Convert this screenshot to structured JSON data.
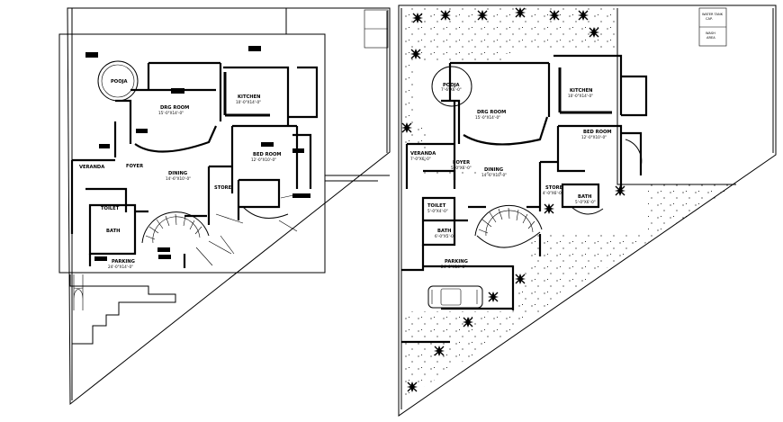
{
  "plans": [
    {
      "rooms": [
        {
          "id": "pooja",
          "name": "POOJA",
          "size": ""
        },
        {
          "id": "drg",
          "name": "DRG ROOM",
          "size": "15'-0\"X14'-0\""
        },
        {
          "id": "kitchen",
          "name": "KITCHEN",
          "size": "10'-0\"X14'-0\""
        },
        {
          "id": "veranda",
          "name": "VERANDA",
          "size": ""
        },
        {
          "id": "foyer",
          "name": "FOYER",
          "size": ""
        },
        {
          "id": "dining",
          "name": "DINING",
          "size": "14'-6\"X10'-0\""
        },
        {
          "id": "bed",
          "name": "BED ROOM",
          "size": "12'-0\"X10'-0\""
        },
        {
          "id": "store",
          "name": "STORE",
          "size": ""
        },
        {
          "id": "toilet",
          "name": "TOILET",
          "size": ""
        },
        {
          "id": "bath",
          "name": "BATH",
          "size": ""
        },
        {
          "id": "parking",
          "name": "PARKING",
          "size": "24'-0\"X14'-0\""
        }
      ]
    },
    {
      "tank_label": "WATER TANK",
      "tank_sub": "CAP.",
      "wash_label": "WASH",
      "wash_sub": "AREA",
      "rooms": [
        {
          "id": "pooja",
          "name": "POOJA",
          "size": "7'-6\"X6'-0\""
        },
        {
          "id": "drg",
          "name": "DRG ROOM",
          "size": "15'-0\"X14'-0\""
        },
        {
          "id": "kitchen",
          "name": "KITCHEN",
          "size": "10'-0\"X14'-0\""
        },
        {
          "id": "bed",
          "name": "BED ROOM",
          "size": "12'-0\"X10'-0\""
        },
        {
          "id": "veranda",
          "name": "VERANDA",
          "size": "7'-0\"X6'-0\""
        },
        {
          "id": "foyer",
          "name": "FOYER",
          "size": "5'-0\"X6'-0\""
        },
        {
          "id": "dining",
          "name": "DINING",
          "size": "14'-6\"X10'-0\""
        },
        {
          "id": "store",
          "name": "STORE",
          "size": "4'-0\"X6'-0\""
        },
        {
          "id": "bath2",
          "name": "BATH",
          "size": "5'-0\"X6'-0\""
        },
        {
          "id": "toilet",
          "name": "TOILET",
          "size": "5'-0\"X4'-0\""
        },
        {
          "id": "bath",
          "name": "BATH",
          "size": "6'-0\"X5'-0\""
        },
        {
          "id": "parking",
          "name": "PARKING",
          "size": "24'-0\"X14'-0\""
        }
      ]
    }
  ]
}
